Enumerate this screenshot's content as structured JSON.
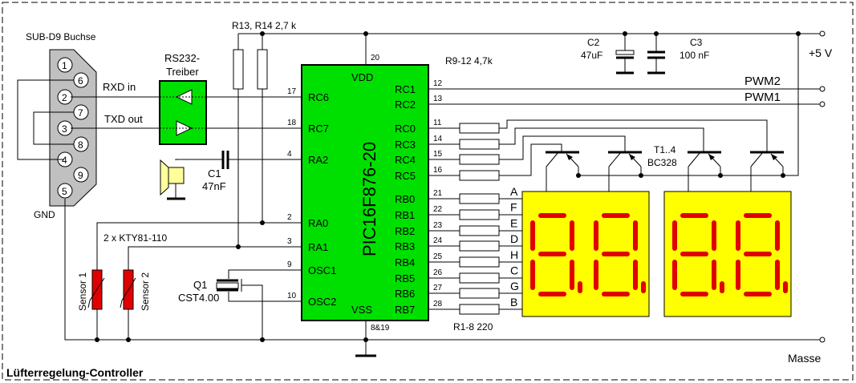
{
  "title": "Lüfterregelung-Controller",
  "colors": {
    "mcu": "#00e000",
    "driver": "#00e000",
    "display": "#ffff00",
    "segment": "#e00000",
    "sensor": "#e00000",
    "connector": "#c0c0c0",
    "speaker": "#ffff99"
  },
  "connector": {
    "label": "SUB-D9 Buchse",
    "gnd_label": "GND",
    "pins": [
      "1",
      "6",
      "2",
      "7",
      "3",
      "8",
      "4",
      "9",
      "5"
    ],
    "rxd_label": "RXD in",
    "txd_label": "TXD out"
  },
  "driver": {
    "label_line1": "RS232-",
    "label_line2": "Treiber"
  },
  "pullups": {
    "label": "R13, R14  2,7 k"
  },
  "c1": {
    "name": "C1",
    "value": "47nF"
  },
  "c2": {
    "name": "C2",
    "value": "47uF"
  },
  "c3": {
    "name": "C3",
    "value": "100 nF"
  },
  "supply_label": "+5 V",
  "ground_label": "Masse",
  "pwm2_label": "PWM2",
  "pwm1_label": "PWM1",
  "r9_12": "R9-12   4,7k",
  "r1_8": "R1-8   220",
  "transistors": {
    "name": "T1..4",
    "type": "BC328"
  },
  "sensors": {
    "label": "2 x KTY81-110",
    "sensor1": "Sensor 1",
    "sensor2": "Sensor 2"
  },
  "crystal": {
    "name": "Q1",
    "type": "CST4.00"
  },
  "mcu": {
    "name": "PIC16F876-20",
    "vdd": "VDD",
    "vss": "VSS",
    "vdd_pin": "20",
    "vss_pin": "8&19",
    "left_pins": [
      {
        "num": "17",
        "name": "RC6"
      },
      {
        "num": "18",
        "name": "RC7"
      },
      {
        "num": "4",
        "name": "RA2"
      },
      {
        "num": "2",
        "name": "RA0"
      },
      {
        "num": "3",
        "name": "RA1"
      },
      {
        "num": "9",
        "name": "OSC1"
      },
      {
        "num": "10",
        "name": "OSC2"
      }
    ],
    "right_pins": [
      {
        "num": "12",
        "name": "RC1"
      },
      {
        "num": "13",
        "name": "RC2"
      },
      {
        "num": "11",
        "name": "RC0"
      },
      {
        "num": "14",
        "name": "RC3"
      },
      {
        "num": "15",
        "name": "RC4"
      },
      {
        "num": "16",
        "name": "RC5"
      },
      {
        "num": "21",
        "name": "RB0"
      },
      {
        "num": "22",
        "name": "RB1"
      },
      {
        "num": "23",
        "name": "RB2"
      },
      {
        "num": "24",
        "name": "RB3"
      },
      {
        "num": "25",
        "name": "RB4"
      },
      {
        "num": "26",
        "name": "RB5"
      },
      {
        "num": "27",
        "name": "RB6"
      },
      {
        "num": "28",
        "name": "RB7"
      }
    ]
  },
  "segment_letters": [
    "A",
    "F",
    "E",
    "D",
    "H",
    "C",
    "G",
    "B"
  ]
}
